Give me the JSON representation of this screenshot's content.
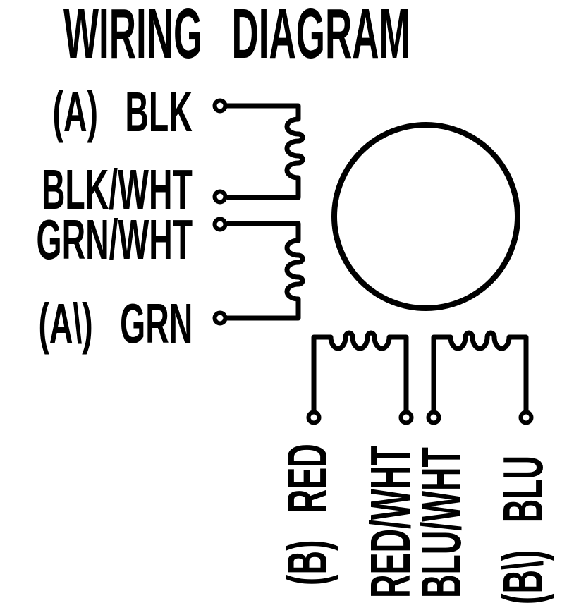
{
  "title": "WIRING DIAGRAM",
  "phase_a": {
    "leads": [
      {
        "label": "(A) BLK"
      },
      {
        "label": "BLK/WHT"
      },
      {
        "label": "GRN/WHT"
      },
      {
        "label": "(A\\) GRN"
      }
    ]
  },
  "phase_b": {
    "leads": [
      {
        "label": "(B) RED"
      },
      {
        "label": "RED/WHT"
      },
      {
        "label": "BLU/WHT"
      },
      {
        "label": "(B\\) BLU"
      }
    ]
  },
  "colors": {
    "ink": "#000000",
    "background": "#ffffff"
  }
}
